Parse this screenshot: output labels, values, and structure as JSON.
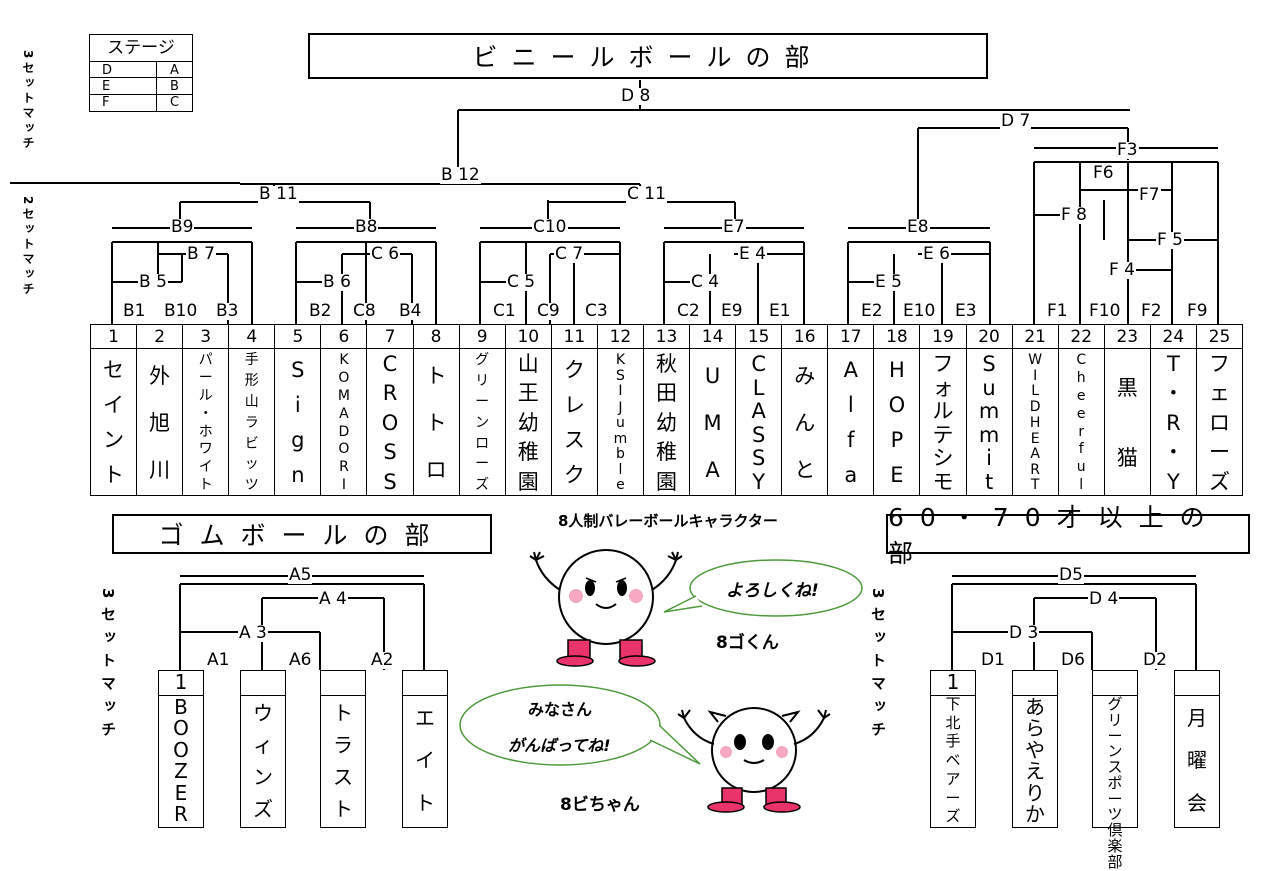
{
  "stage_table": {
    "header": "ステージ",
    "rows": [
      [
        "D",
        "A"
      ],
      [
        "E",
        "B"
      ],
      [
        "F",
        "C"
      ]
    ]
  },
  "titles": {
    "vinyl": "ビニールボールの部",
    "rubber": "ゴムボールの部",
    "senior": "60・70才以上の部"
  },
  "side_labels": {
    "three_set": "3セットマッチ",
    "two_set": "2セットマッチ"
  },
  "character": {
    "heading": "8人制バレーボールキャラクター",
    "boy_bubble": "よろしくね!",
    "boy_name": "8ゴくん",
    "girl_bubble_1": "みなさん",
    "girl_bubble_2": "がんばってね!",
    "girl_name": "8ビちゃん"
  },
  "vinyl_teams": [
    {
      "no": "1",
      "name": "セイント"
    },
    {
      "no": "2",
      "name": "外旭川"
    },
    {
      "no": "3",
      "name": "パール・ホワイト"
    },
    {
      "no": "4",
      "name": "手形山ラビッツ"
    },
    {
      "no": "5",
      "name": "Sign"
    },
    {
      "no": "6",
      "name": "KOMADORI"
    },
    {
      "no": "7",
      "name": "CROSS"
    },
    {
      "no": "8",
      "name": "トトロ"
    },
    {
      "no": "9",
      "name": "グリーンローズ"
    },
    {
      "no": "10",
      "name": "山王幼稚園"
    },
    {
      "no": "11",
      "name": "クレスク"
    },
    {
      "no": "12",
      "name": "KSI Jumble"
    },
    {
      "no": "13",
      "name": "秋田幼稚園"
    },
    {
      "no": "14",
      "name": "UMA"
    },
    {
      "no": "15",
      "name": "CLASSY"
    },
    {
      "no": "16",
      "name": "みんと"
    },
    {
      "no": "17",
      "name": "Alfa"
    },
    {
      "no": "18",
      "name": "HOPE"
    },
    {
      "no": "19",
      "name": "フォルテシモ"
    },
    {
      "no": "20",
      "name": "Summit"
    },
    {
      "no": "21",
      "name": "WILD HEART"
    },
    {
      "no": "22",
      "name": "Cheerful"
    },
    {
      "no": "23",
      "name": "黒猫"
    },
    {
      "no": "24",
      "name": "T・R・Y"
    },
    {
      "no": "25",
      "name": "フェローズ"
    }
  ],
  "vinyl_matches": {
    "top": "D 8",
    "d7": "D 7",
    "f3": "F3",
    "b12": "B 12",
    "b11": "B 11",
    "c11": "C 11",
    "b9": "B9",
    "b8": "B8",
    "c10": "C10",
    "e7": "E7",
    "e8": "E8",
    "f6": "F6",
    "f7": "F7",
    "f8": "F 8",
    "f5": "F 5",
    "f4": "F 4",
    "b7": "B 7",
    "b5": "B 5",
    "b6": "B 6",
    "c6": "C 6",
    "c7": "C 7",
    "c5": "C 5",
    "e4": "E 4",
    "c4": "C 4",
    "e6": "E 6",
    "e5": "E 5",
    "b1": "B1",
    "b10": "B10",
    "b3": "B3",
    "b2": "B2",
    "c8": "C8",
    "b4": "B4",
    "c1": "C1",
    "c9": "C9",
    "c3": "C3",
    "c2": "C2",
    "e9": "E9",
    "e1": "E1",
    "e2": "E2",
    "e10": "E10",
    "e3": "E3",
    "f1": "F1",
    "f10": "F10",
    "f2": "F2",
    "f9": "F9"
  },
  "rubber_teams": [
    {
      "no": "1",
      "name": "BOOZER"
    },
    {
      "no": "",
      "name": "ウィンズ"
    },
    {
      "no": "",
      "name": "トラスト"
    },
    {
      "no": "",
      "name": "エイト"
    }
  ],
  "rubber_matches": {
    "final": "A5",
    "a4": "A 4",
    "a3": "A 3",
    "a1": "A1",
    "a6": "A6",
    "a2": "A2"
  },
  "senior_teams": [
    {
      "no": "1",
      "name": "下北手ベアーズ"
    },
    {
      "no": "",
      "name": "あらやえりか"
    },
    {
      "no": "",
      "name": "グリーンスポーツ倶楽部"
    },
    {
      "no": "",
      "name": "月曜会"
    }
  ],
  "senior_matches": {
    "final": "D5",
    "d4": "D 4",
    "d3": "D 3",
    "d1": "D1",
    "d6": "D6",
    "d2": "D2"
  }
}
